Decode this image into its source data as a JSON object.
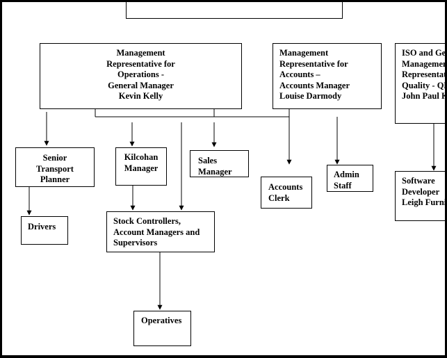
{
  "org_chart": {
    "top_box": {
      "lines": []
    },
    "operations": {
      "lines": [
        "Management",
        "Representative for",
        "Operations -",
        "General Manager",
        "Kevin Kelly"
      ]
    },
    "accounts": {
      "lines": [
        "Management",
        "Representative for",
        "Accounts –",
        "Accounts Manager",
        "Louise Darmody"
      ]
    },
    "quality": {
      "lines": [
        "ISO and General",
        "Management",
        "Representative for",
        "Quality - QMS",
        "John Paul Kelly"
      ]
    },
    "senior_transport": {
      "lines": [
        "Senior",
        "Transport",
        "Planner"
      ]
    },
    "kilcohan": {
      "lines": [
        "Kilcohan",
        "Manager"
      ]
    },
    "sales": {
      "lines": [
        "Sales",
        "Manager"
      ]
    },
    "accounts_clerk": {
      "lines": [
        "Accounts",
        "Clerk"
      ]
    },
    "admin_staff": {
      "lines": [
        "Admin",
        "Staff"
      ]
    },
    "software_dev": {
      "lines": [
        "Software",
        "Developer",
        "Leigh Furniss"
      ]
    },
    "drivers": {
      "lines": [
        "Drivers"
      ]
    },
    "stock_controllers": {
      "lines": [
        "Stock Controllers,",
        "Account Managers and",
        "Supervisors"
      ]
    },
    "operatives": {
      "lines": [
        "Operatives"
      ]
    }
  }
}
